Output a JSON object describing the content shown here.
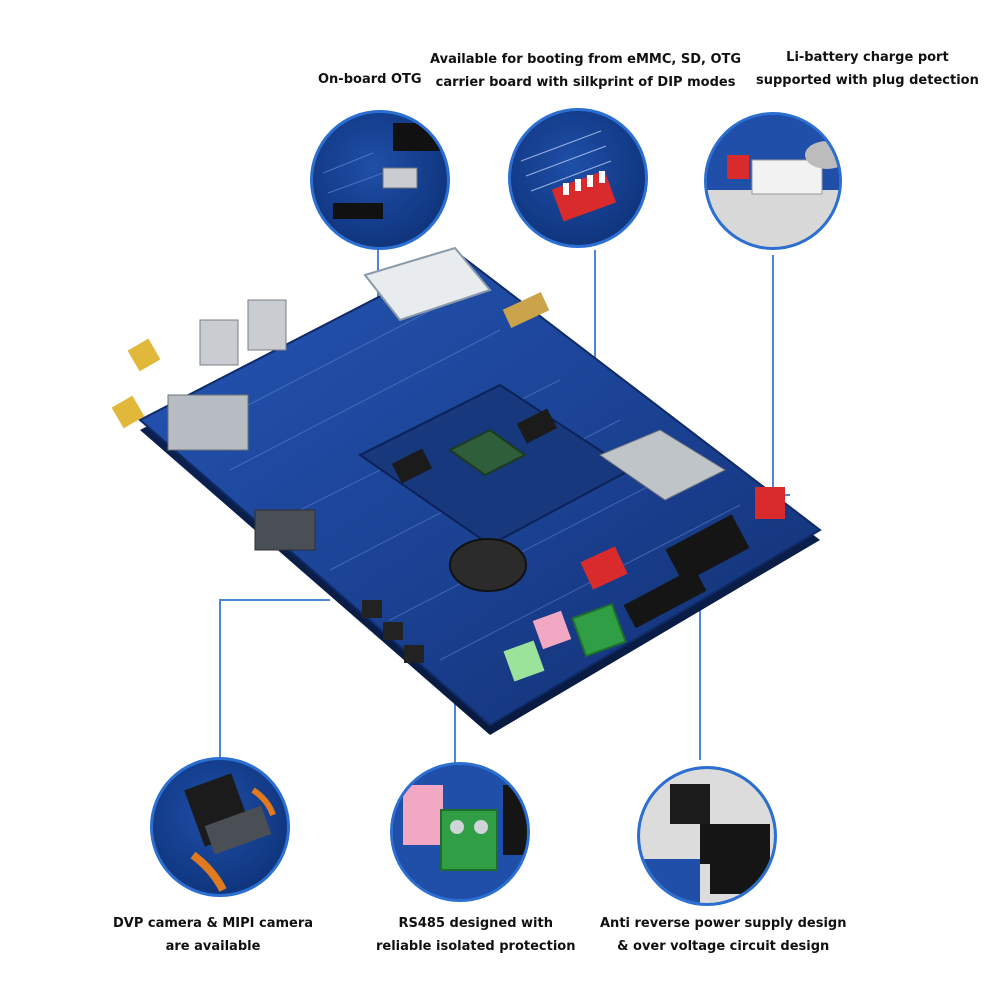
{
  "callouts": {
    "otg": {
      "line1": "On-board OTG"
    },
    "boot": {
      "line1": "Available for booting from eMMC, SD, OTG",
      "line2": "carrier board with silkprint of DIP modes"
    },
    "battery": {
      "line1": "Li-battery charge port",
      "line2": "supported with plug detection"
    },
    "camera": {
      "line1": "DVP camera & MIPI camera",
      "line2": "are available"
    },
    "rs485": {
      "line1": "RS485 designed with",
      "line2": "reliable isolated protection"
    },
    "power": {
      "line1": "Anti reverse power supply design",
      "line2": "& over voltage circuit design"
    }
  },
  "colors": {
    "pcb_blue": "#1a3f8f",
    "leader_blue": "#4d86d6",
    "dip_red": "#d92b2b",
    "terminal_green": "#2f9e44",
    "audio_pink": "#f2a7c3",
    "audio_green": "#9be39a"
  }
}
